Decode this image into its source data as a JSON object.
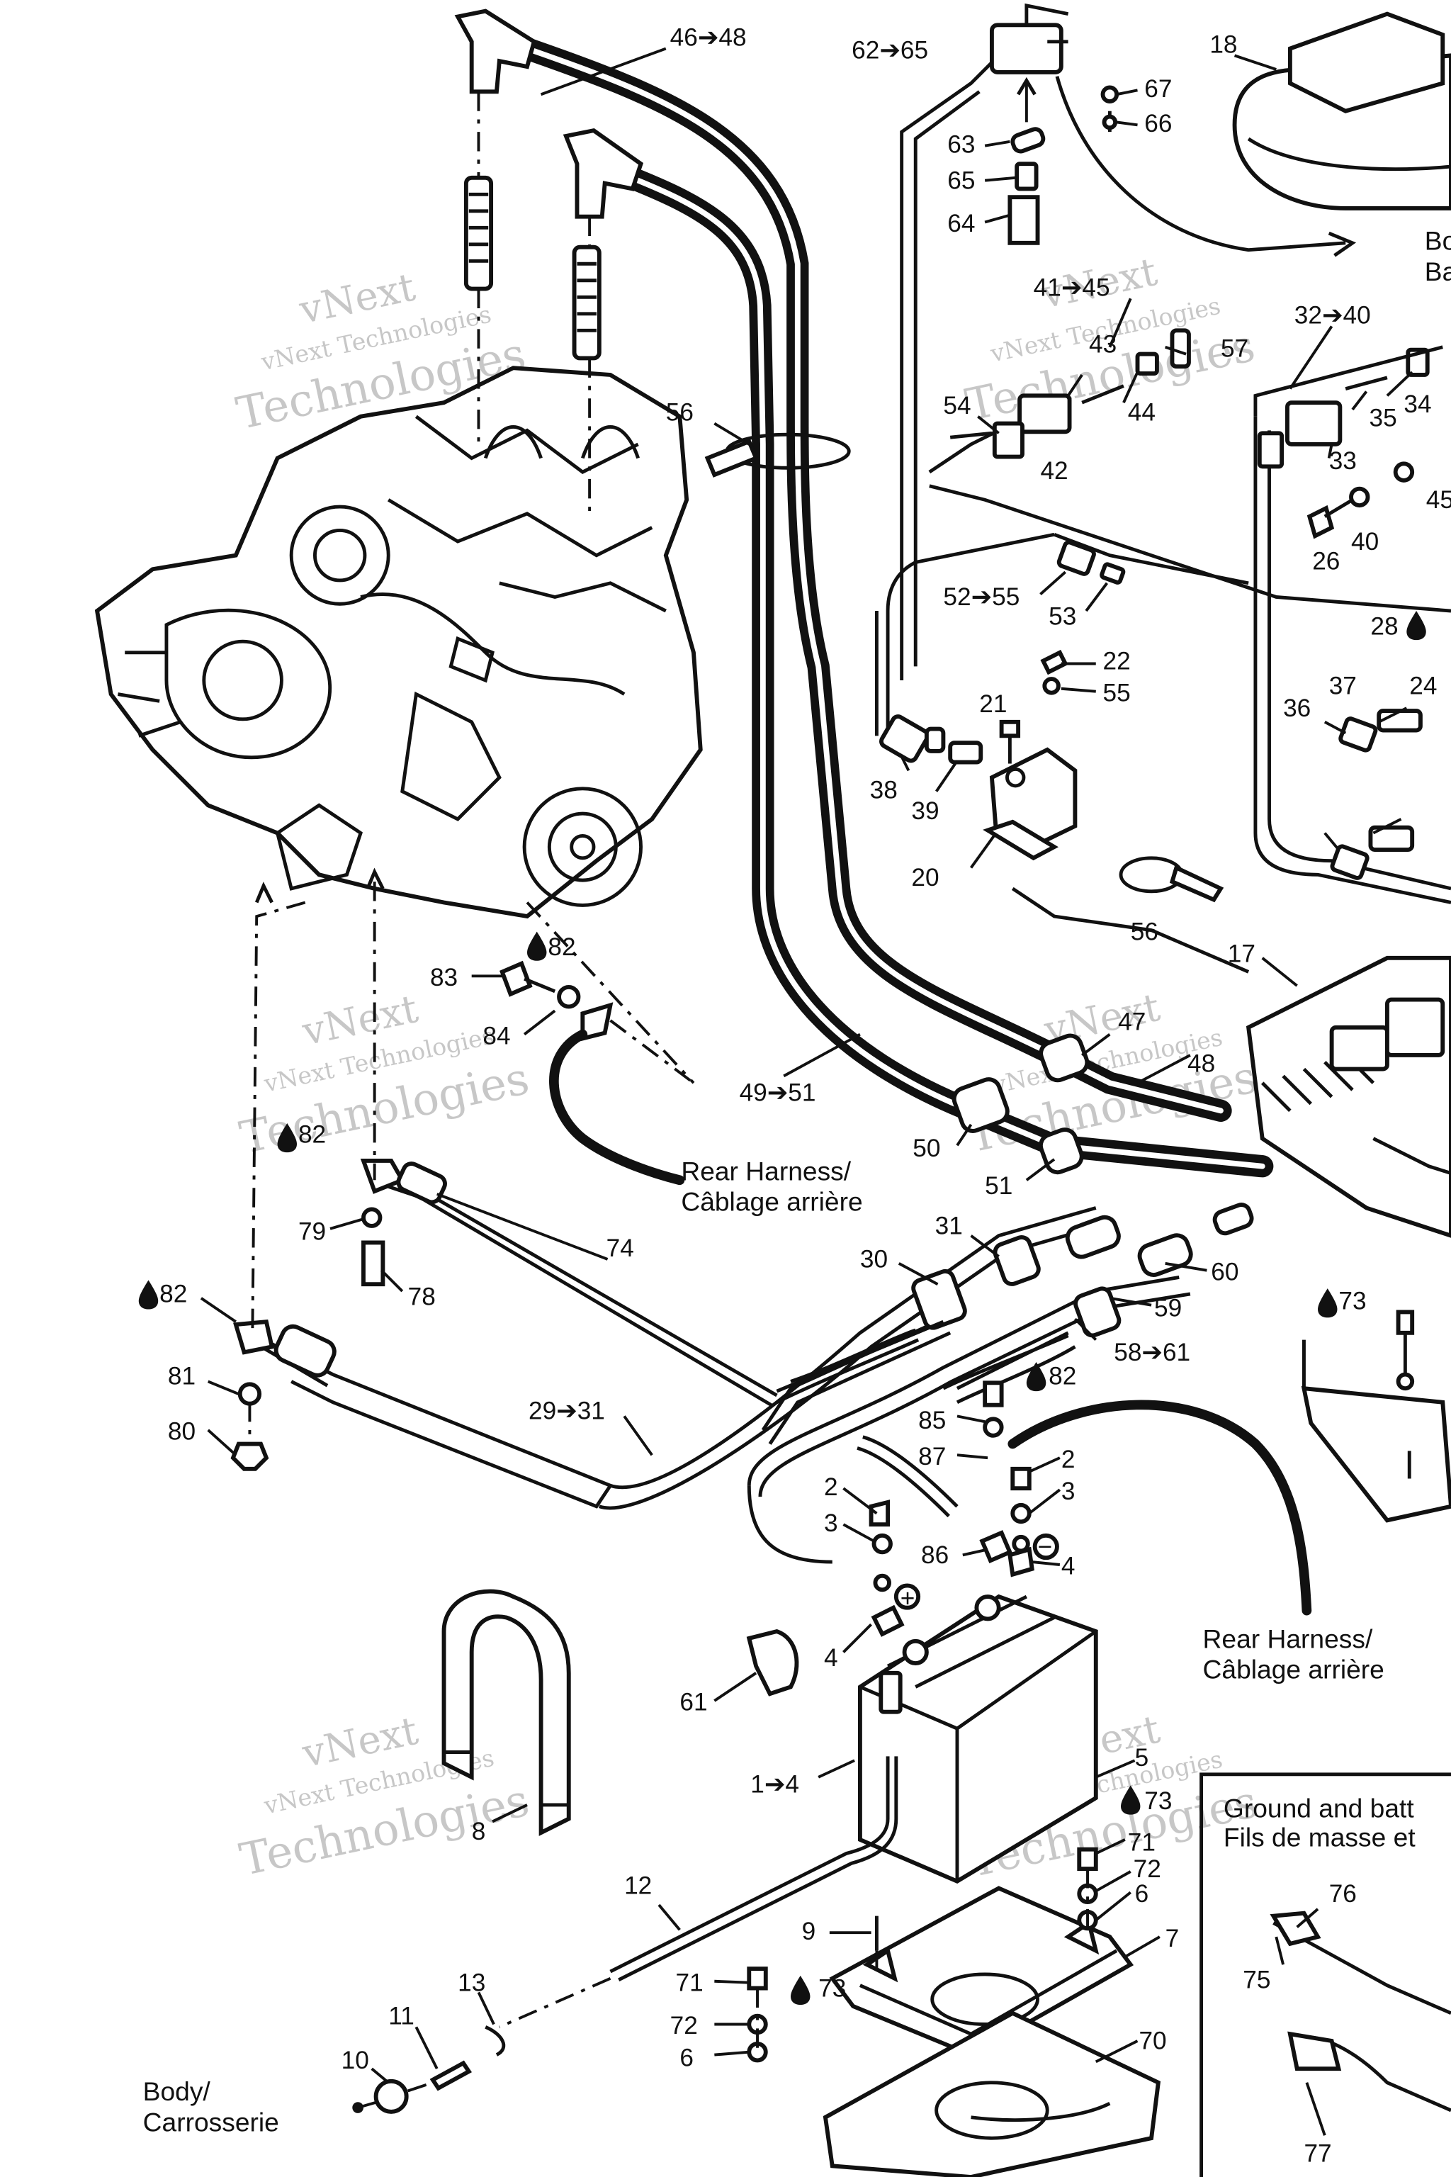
{
  "watermark": {
    "line1": "vNext",
    "line2": "vNext Technologies",
    "line3": "Technologies"
  },
  "notes": {
    "rear_harness_1_en": "Rear Harness/",
    "rear_harness_1_fr": "Câblage arrière",
    "rear_harness_2_en": "Rear Harness/",
    "rear_harness_2_fr": "Câblage arrière",
    "body_en": "Body/",
    "body_fr": "Carrosserie",
    "ground_en": "Ground and batt",
    "ground_fr": "Fils de masse et",
    "top_right_1": "Bo",
    "top_right_2": "Ba"
  },
  "callouts": [
    "46➔48",
    "62➔65",
    "67",
    "66",
    "18",
    "63",
    "65",
    "64",
    "41➔45",
    "43",
    "57",
    "32➔40",
    "35",
    "34",
    "54",
    "44",
    "42",
    "33",
    "45",
    "56",
    "40",
    "26",
    "52➔55",
    "53",
    "22",
    "55",
    "28",
    "21",
    "37",
    "24",
    "36",
    "38",
    "39",
    "20",
    "56",
    "17",
    "83",
    "82",
    "84",
    "47",
    "48",
    "49➔51",
    "50",
    "51",
    "82",
    "79",
    "74",
    "78",
    "31",
    "30",
    "60",
    "59",
    "58➔61",
    "73",
    "82",
    "81",
    "80",
    "29➔31",
    "85",
    "82",
    "87",
    "2",
    "3",
    "2",
    "3",
    "86",
    "4",
    "4",
    "61",
    "1➔4",
    "5",
    "73",
    "8",
    "71",
    "72",
    "6",
    "12",
    "9",
    "7",
    "13",
    "71",
    "73",
    "11",
    "72",
    "70",
    "10",
    "6",
    "75",
    "76",
    "77"
  ],
  "oil_symbol": "drop-icon",
  "polarity": {
    "plus": "+",
    "minus": "−"
  }
}
